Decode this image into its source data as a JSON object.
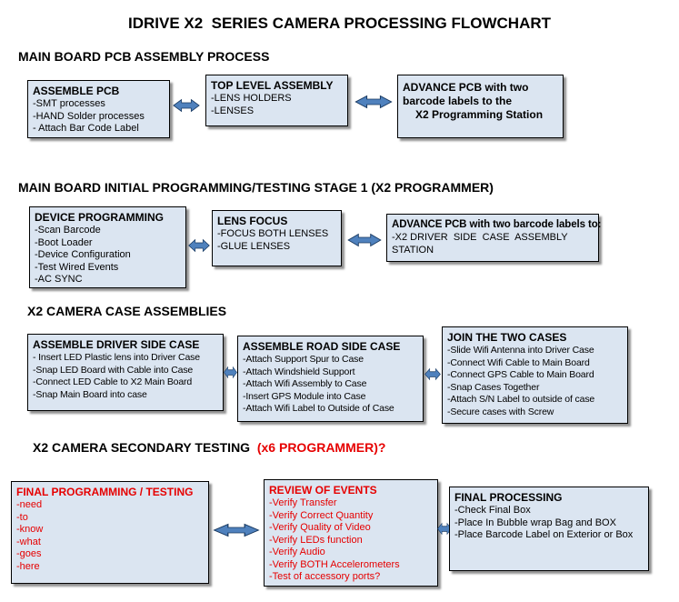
{
  "title": "IDRIVE X2  SERIES CAMERA PROCESSING FLOWCHART",
  "colors": {
    "box_fill": "#dbe5f1",
    "box_border": "#000000",
    "arrow_fill": "#4f81bd",
    "red_text": "#e60000"
  },
  "sections": [
    {
      "heading": "MAIN BOARD PCB ASSEMBLY PROCESS",
      "boxes": [
        {
          "title": "ASSEMBLE PCB",
          "items": [
            "-SMT processes",
            "-HAND Solder processes",
            "- Attach Bar Code Label"
          ]
        },
        {
          "title": "TOP LEVEL ASSEMBLY",
          "items": [
            "-LENS HOLDERS",
            "-LENSES"
          ]
        },
        {
          "title": "ADVANCE PCB with two barcode labels to the",
          "subtitle": "X2 Programming Station",
          "items": []
        }
      ]
    },
    {
      "heading": "MAIN BOARD INITIAL PROGRAMMING/TESTING STAGE 1 (X2 PROGRAMMER)",
      "boxes": [
        {
          "title": "DEVICE PROGRAMMING",
          "items": [
            "-Scan Barcode",
            "-Boot Loader",
            "-Device Configuration",
            "-Test Wired Events",
            "-AC SYNC"
          ]
        },
        {
          "title": "LENS FOCUS",
          "items": [
            "-FOCUS BOTH LENSES",
            "-GLUE LENSES"
          ]
        },
        {
          "title": "ADVANCE PCB with two barcode labels to:",
          "items": [
            "-X2 DRIVER  SIDE  CASE  ASSEMBLY STATION"
          ]
        }
      ]
    },
    {
      "heading": "X2 CAMERA CASE ASSEMBLIES",
      "boxes": [
        {
          "title": "ASSEMBLE DRIVER SIDE CASE",
          "items": [
            "- Insert LED Plastic lens into Driver Case",
            "-Snap LED Board with Cable into Case",
            "-Connect LED Cable to X2 Main Board",
            "-Snap Main Board into case"
          ]
        },
        {
          "title": "ASSEMBLE ROAD SIDE CASE",
          "items": [
            "-Attach Support Spur to Case",
            "-Attach Windshield Support",
            "-Attach Wifi Assembly to Case",
            "-Insert GPS Module into Case",
            "-Attach Wifi Label to Outside of Case"
          ]
        },
        {
          "title": "JOIN THE TWO CASES",
          "items": [
            "-Slide Wifi Antenna into Driver Case",
            "-Connect Wifi Cable to Main Board",
            "-Connect GPS Cable to Main Board",
            "-Snap Cases Together",
            "-Attach S/N Label to outside of case",
            "-Secure cases with Screw"
          ]
        }
      ]
    },
    {
      "heading": "X2 CAMERA SECONDARY TESTING  ",
      "heading_red": "(x6 PROGRAMMER)?",
      "boxes": [
        {
          "title": "FINAL PROGRAMMING / TESTING",
          "items": [
            "-need",
            "-to",
            "-know",
            "-what",
            "-goes",
            "-here"
          ]
        },
        {
          "title": "REVIEW OF EVENTS",
          "items": [
            "-Verify Transfer",
            "-Verify Correct Quantity",
            "-Verify Quality of Video",
            "-Verify LEDs function",
            "-Verify Audio",
            "-Verify BOTH Accelerometers",
            "-Test of accessory ports?"
          ]
        },
        {
          "title": "FINAL PROCESSING",
          "items": [
            "-Check Final Box",
            "-Place In Bubble wrap Bag and BOX",
            "-Place Barcode Label on Exterior or Box"
          ]
        }
      ]
    }
  ]
}
